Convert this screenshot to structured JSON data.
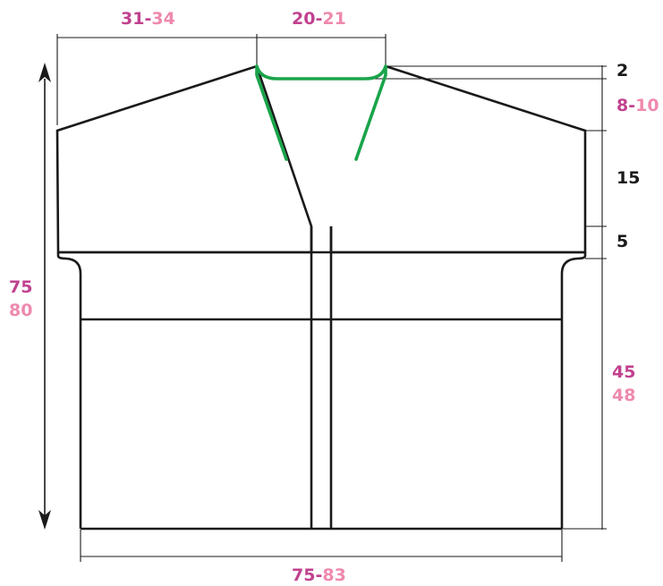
{
  "colors": {
    "outline": "#1a1a1a",
    "neckband": "#1aa44a",
    "size_primary": "#c1418f",
    "size_secondary": "#ef89ae"
  },
  "labels": {
    "shoulder_width": {
      "a": "31",
      "sep": "-",
      "b": "34"
    },
    "neck_width": {
      "a": "20",
      "sep": "-",
      "b": "21"
    },
    "neck_depth_back": "2",
    "shoulder_slope": {
      "a": "8",
      "sep": "-",
      "b": "10"
    },
    "armhole": "15",
    "yoke_band": "5",
    "body_length": {
      "a": "45",
      "b": "48"
    },
    "total_length": {
      "a": "75",
      "b": "80"
    },
    "hem_width": {
      "a": "75",
      "sep": "-",
      "b": "83"
    }
  }
}
